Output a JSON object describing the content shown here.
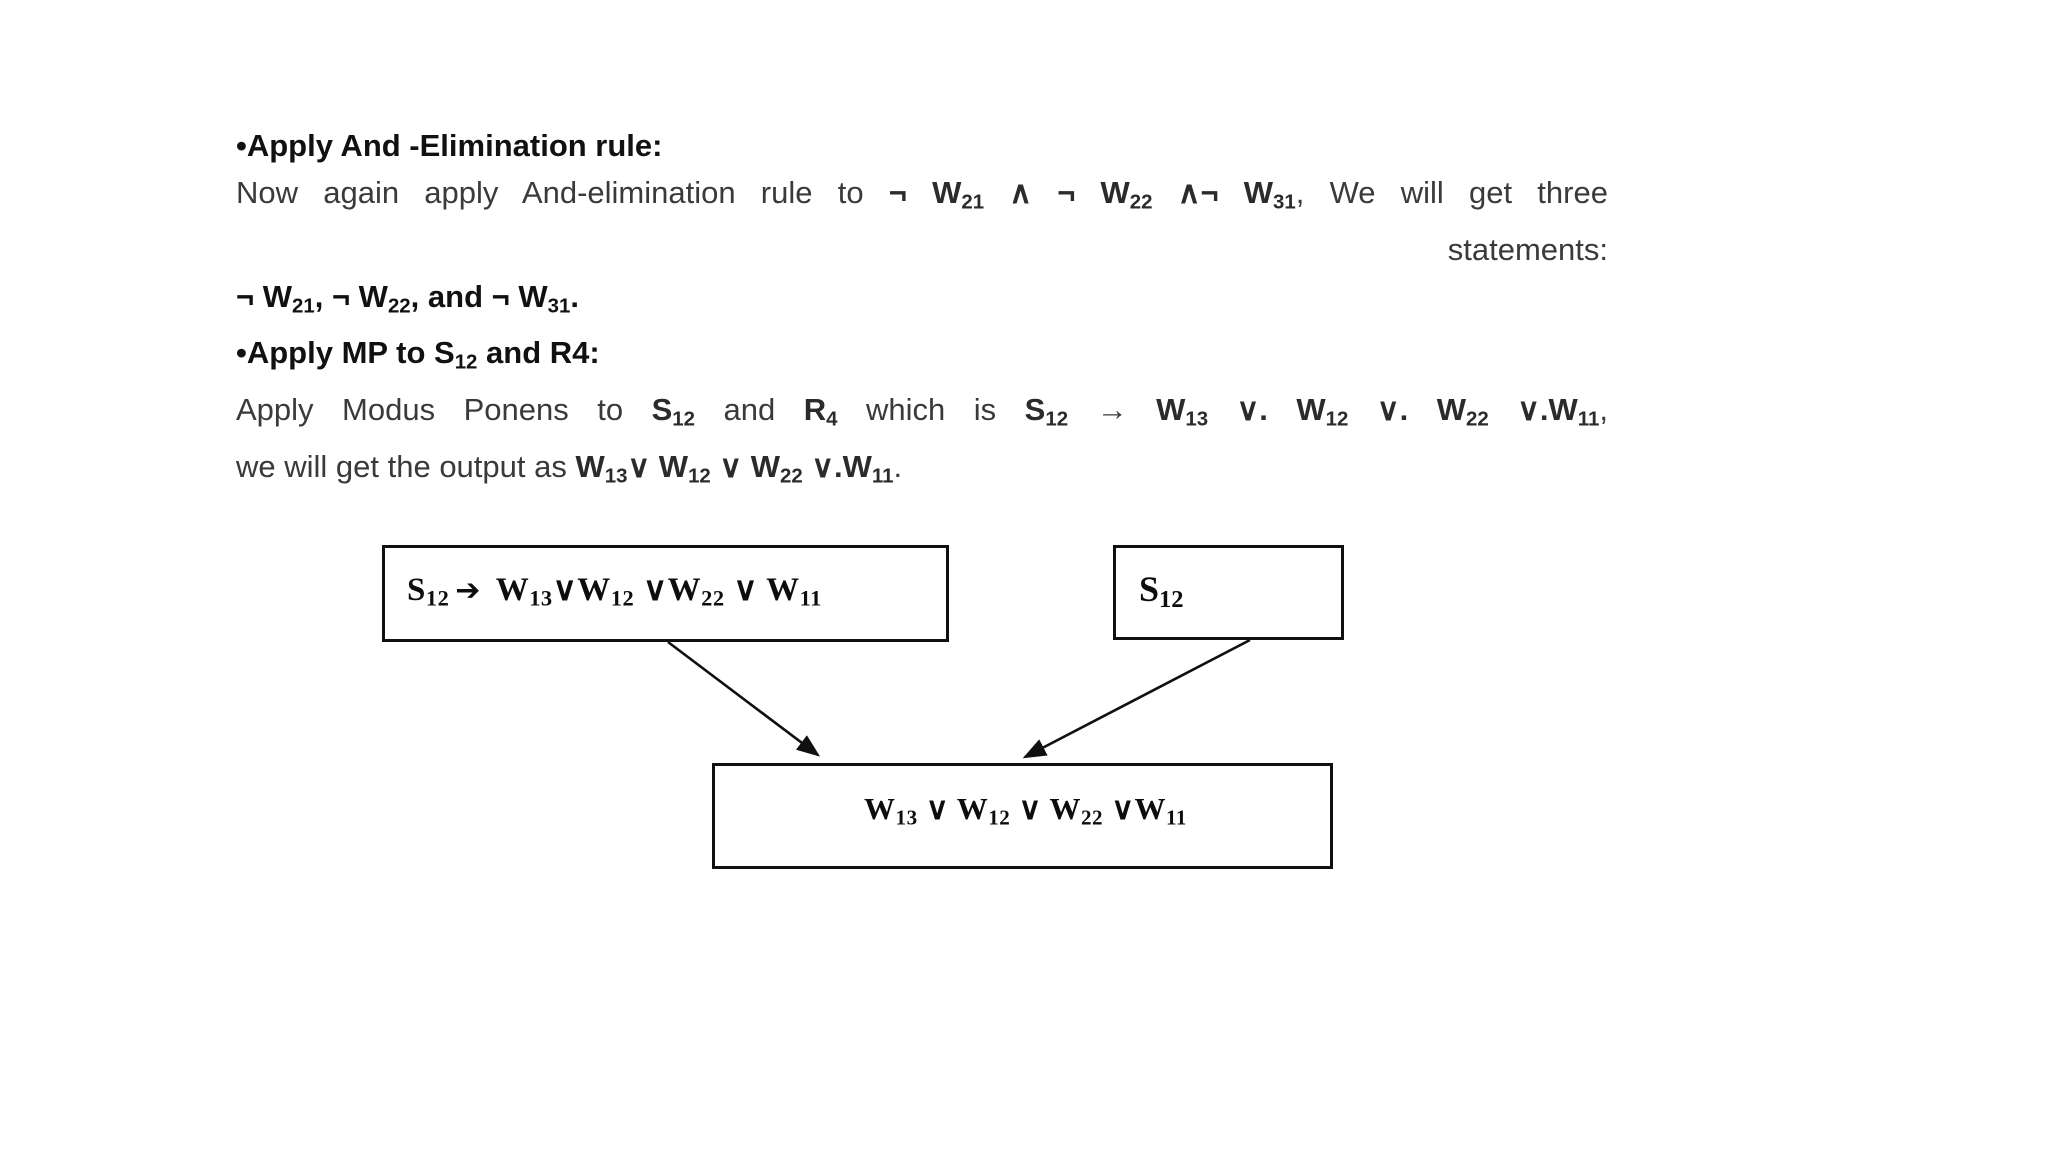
{
  "slide": {
    "background_color": "#ffffff",
    "text_color": "#3a3a3a",
    "heading_color": "#111111",
    "diagram_stroke_color": "#101010"
  },
  "content": {
    "heading_1": "•Apply And -Elimination rule:",
    "paragraph_1": {
      "part_a": "Now again apply And-elimination rule to ",
      "formula_a_1": "¬ W",
      "formula_a_1_sub": "21",
      "formula_a_op_1": " ∧ ",
      "formula_a_2": "¬ W",
      "formula_a_2_sub": "22",
      "formula_a_op_2": " ∧",
      "formula_a_3": "¬ W",
      "formula_a_3_sub": "31",
      "part_b": ", We will get three",
      "part_c": "statements:"
    },
    "bold_line_1": {
      "item_1": "¬ W",
      "item_1_sub": "21",
      "sep_1": ", ",
      "item_2": "¬ W",
      "item_2_sub": "22",
      "sep_2": ", and ",
      "item_3": "¬ W",
      "item_3_sub": "31",
      "terminator": "."
    },
    "heading_2": {
      "prefix": "•Apply MP to S",
      "sub": "12",
      "suffix": " and R4:"
    },
    "paragraph_2": {
      "part_a": "Apply Modus Ponens to ",
      "s12": "S",
      "s12_sub": "12",
      "part_b": " and ",
      "r4": "R",
      "r4_sub": "4",
      "part_c": " which is ",
      "imp_s12": "S",
      "imp_s12_sub": "12",
      "arrow": " → ",
      "w13": "W",
      "w13_sub": "13",
      "op_1": " ∨. ",
      "w12": "W",
      "w12_sub": "12",
      "op_2": " ∨. ",
      "w22": "W",
      "w22_sub": "22",
      "op_3": " ∨.",
      "w11": "W",
      "w11_sub": "11",
      "comma": ",",
      "part_d": "we will get the output as ",
      "out_w13": "W",
      "out_w13_sub": "13",
      "out_op_1": "∨ ",
      "out_w12": "W",
      "out_w12_sub": "12",
      "out_op_2": " ∨ ",
      "out_w22": "W",
      "out_w22_sub": "22",
      "out_op_3": " ∨.",
      "out_w11": "W",
      "out_w11_sub": "11",
      "period": "."
    }
  },
  "diagram": {
    "rule_node": {
      "antecedent": "S",
      "antecedent_sub": "12",
      "arrow_glyph": "➔",
      "c1": "W",
      "c1_sub": "13",
      "o1": "∨",
      "c2": "W",
      "c2_sub": "12",
      "o2": " ∨",
      "c3": "W",
      "c3_sub": "22",
      "o3": " ∨ ",
      "c4": "W",
      "c4_sub": "11"
    },
    "fact_node": {
      "label": "S",
      "label_sub": "12"
    },
    "result_node": {
      "c1": "W",
      "c1_sub": "13",
      "o1": " ∨ ",
      "c2": "W",
      "c2_sub": "12",
      "o2": " ∨ ",
      "c3": "W",
      "c3_sub": "22",
      "o3": " ∨",
      "c4": "W",
      "c4_sub": "11"
    },
    "edges": [
      {
        "name": "edge-rule-to-result",
        "from": "rule_node",
        "to": "result_node"
      },
      {
        "name": "edge-fact-to-result",
        "from": "fact_node",
        "to": "result_node"
      }
    ]
  }
}
